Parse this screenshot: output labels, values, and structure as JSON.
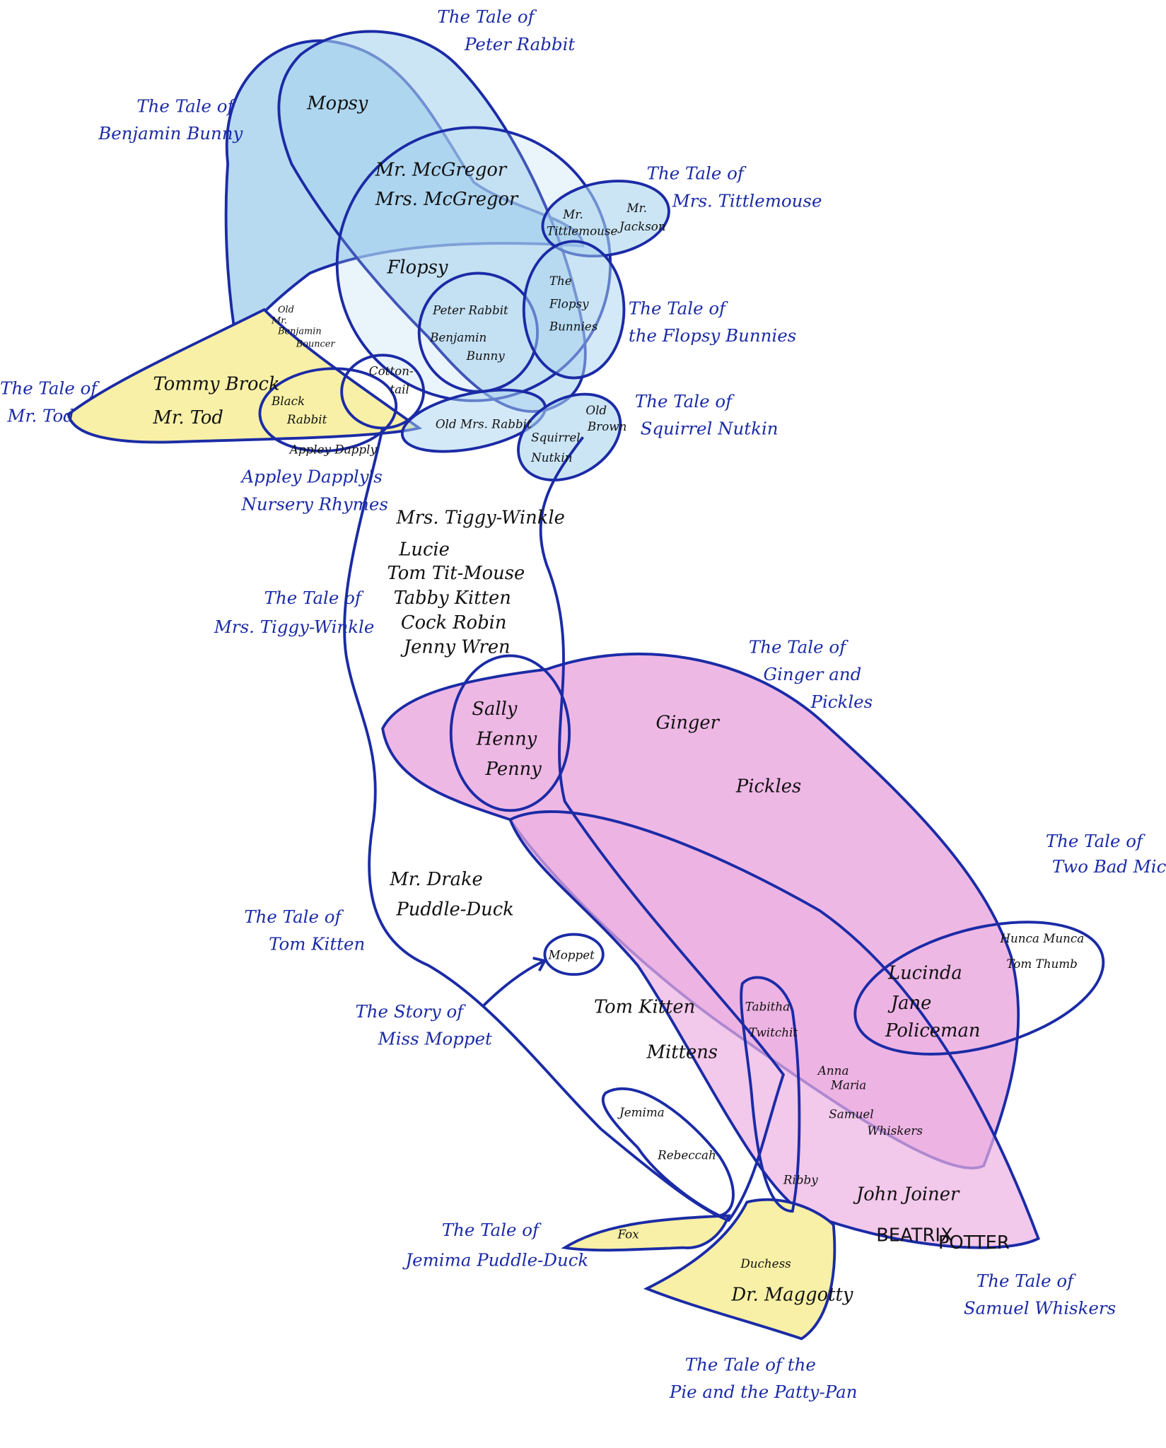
{
  "colors": {
    "ink": "#1b2ba6",
    "blue_fill": "#aad3ef",
    "yellow_fill": "#f8f0a6",
    "pink_fill": "#ecb0e2",
    "text": "#111111"
  },
  "titles": {
    "peter_rabbit": [
      "The Tale of",
      "Peter Rabbit"
    ],
    "benjamin_bunny": [
      "The Tale of",
      "Benjamin Bunny"
    ],
    "mrs_tittlemouse": [
      "The Tale of",
      "Mrs. Tittlemouse"
    ],
    "flopsy_bunnies": [
      "The Tale of",
      "the Flopsy Bunnies"
    ],
    "mr_tod": [
      "The Tale of",
      "Mr. Tod"
    ],
    "squirrel_nutkin": [
      "The Tale of",
      "Squirrel Nutkin"
    ],
    "appley_dapply": [
      "Appley Dapply's",
      "Nursery Rhymes"
    ],
    "tiggy_winkle": [
      "The Tale of",
      "Mrs. Tiggy-Winkle"
    ],
    "ginger_pickles": [
      "The Tale of",
      "Ginger and",
      "Pickles"
    ],
    "two_bad_mice": [
      "The Tale of",
      "Two Bad Mice"
    ],
    "tom_kitten": [
      "The Tale of",
      "Tom Kitten"
    ],
    "miss_moppet": [
      "The Story of",
      "Miss Moppet"
    ],
    "jemima": [
      "The Tale of",
      "Jemima Puddle-Duck"
    ],
    "samuel_whiskers": [
      "The Tale of",
      "Samuel Whiskers"
    ],
    "pie_patty_pan": [
      "The Tale of the",
      "Pie and the Patty-Pan"
    ]
  },
  "characters": {
    "mopsy": "Mopsy",
    "mr_mcgregor": "Mr. McGregor",
    "mrs_mcgregor": "Mrs. McGregor",
    "mr_tittlemouse": [
      "Mr.",
      "Tittlemouse"
    ],
    "mr_jackson": [
      "Mr.",
      "Jackson"
    ],
    "flopsy": "Flopsy",
    "peter_rabbit": "Peter Rabbit",
    "benjamin_bunny": [
      "Benjamin",
      "Bunny"
    ],
    "flopsy_bunnies": [
      "The",
      "Flopsy",
      "Bunnies"
    ],
    "old_benjamin": [
      "Old",
      "Mr.",
      "Benjamin",
      "Bouncer"
    ],
    "cottontail": [
      "Cotton-",
      "tail"
    ],
    "tommy_brock": "Tommy Brock",
    "mr_tod": "Mr. Tod",
    "black_rabbit": [
      "Black",
      "Rabbit"
    ],
    "appley_dapply": "Appley Dapply",
    "old_mrs_rabbit": "Old Mrs. Rabbit",
    "squirrel_nutkin": [
      "Squirrel",
      "Nutkin"
    ],
    "old_brown": [
      "Old",
      "Brown"
    ],
    "tiggy_group": [
      "Mrs. Tiggy-Winkle",
      "Lucie",
      "Tom Tit-Mouse",
      "Tabby Kitten",
      "Cock Robin",
      "Jenny Wren"
    ],
    "hens": [
      "Sally",
      "Henny",
      "Penny"
    ],
    "ginger": "Ginger",
    "pickles": "Pickles",
    "mr_drake": [
      "Mr. Drake",
      "Puddle-Duck"
    ],
    "moppet": "Moppet",
    "tom_kitten": "Tom Kitten",
    "mittens": "Mittens",
    "tabitha": [
      "Tabitha",
      "Twitchit"
    ],
    "anna_maria": [
      "Anna",
      "Maria"
    ],
    "samuel": [
      "Samuel",
      "Whiskers"
    ],
    "jemima": "Jemima",
    "rebeccah": "Rebeccah",
    "fox": "Fox",
    "ribby": "Ribby",
    "john_joiner": "John Joiner",
    "beatrix": [
      "BEATRIX",
      "POTTER"
    ],
    "duchess": "Duchess",
    "dr_maggotty": "Dr. Maggotty",
    "mice_group": [
      "Lucinda",
      "Jane",
      "Policeman"
    ],
    "hunca": [
      "Hunca Munca",
      "Tom Thumb"
    ]
  }
}
